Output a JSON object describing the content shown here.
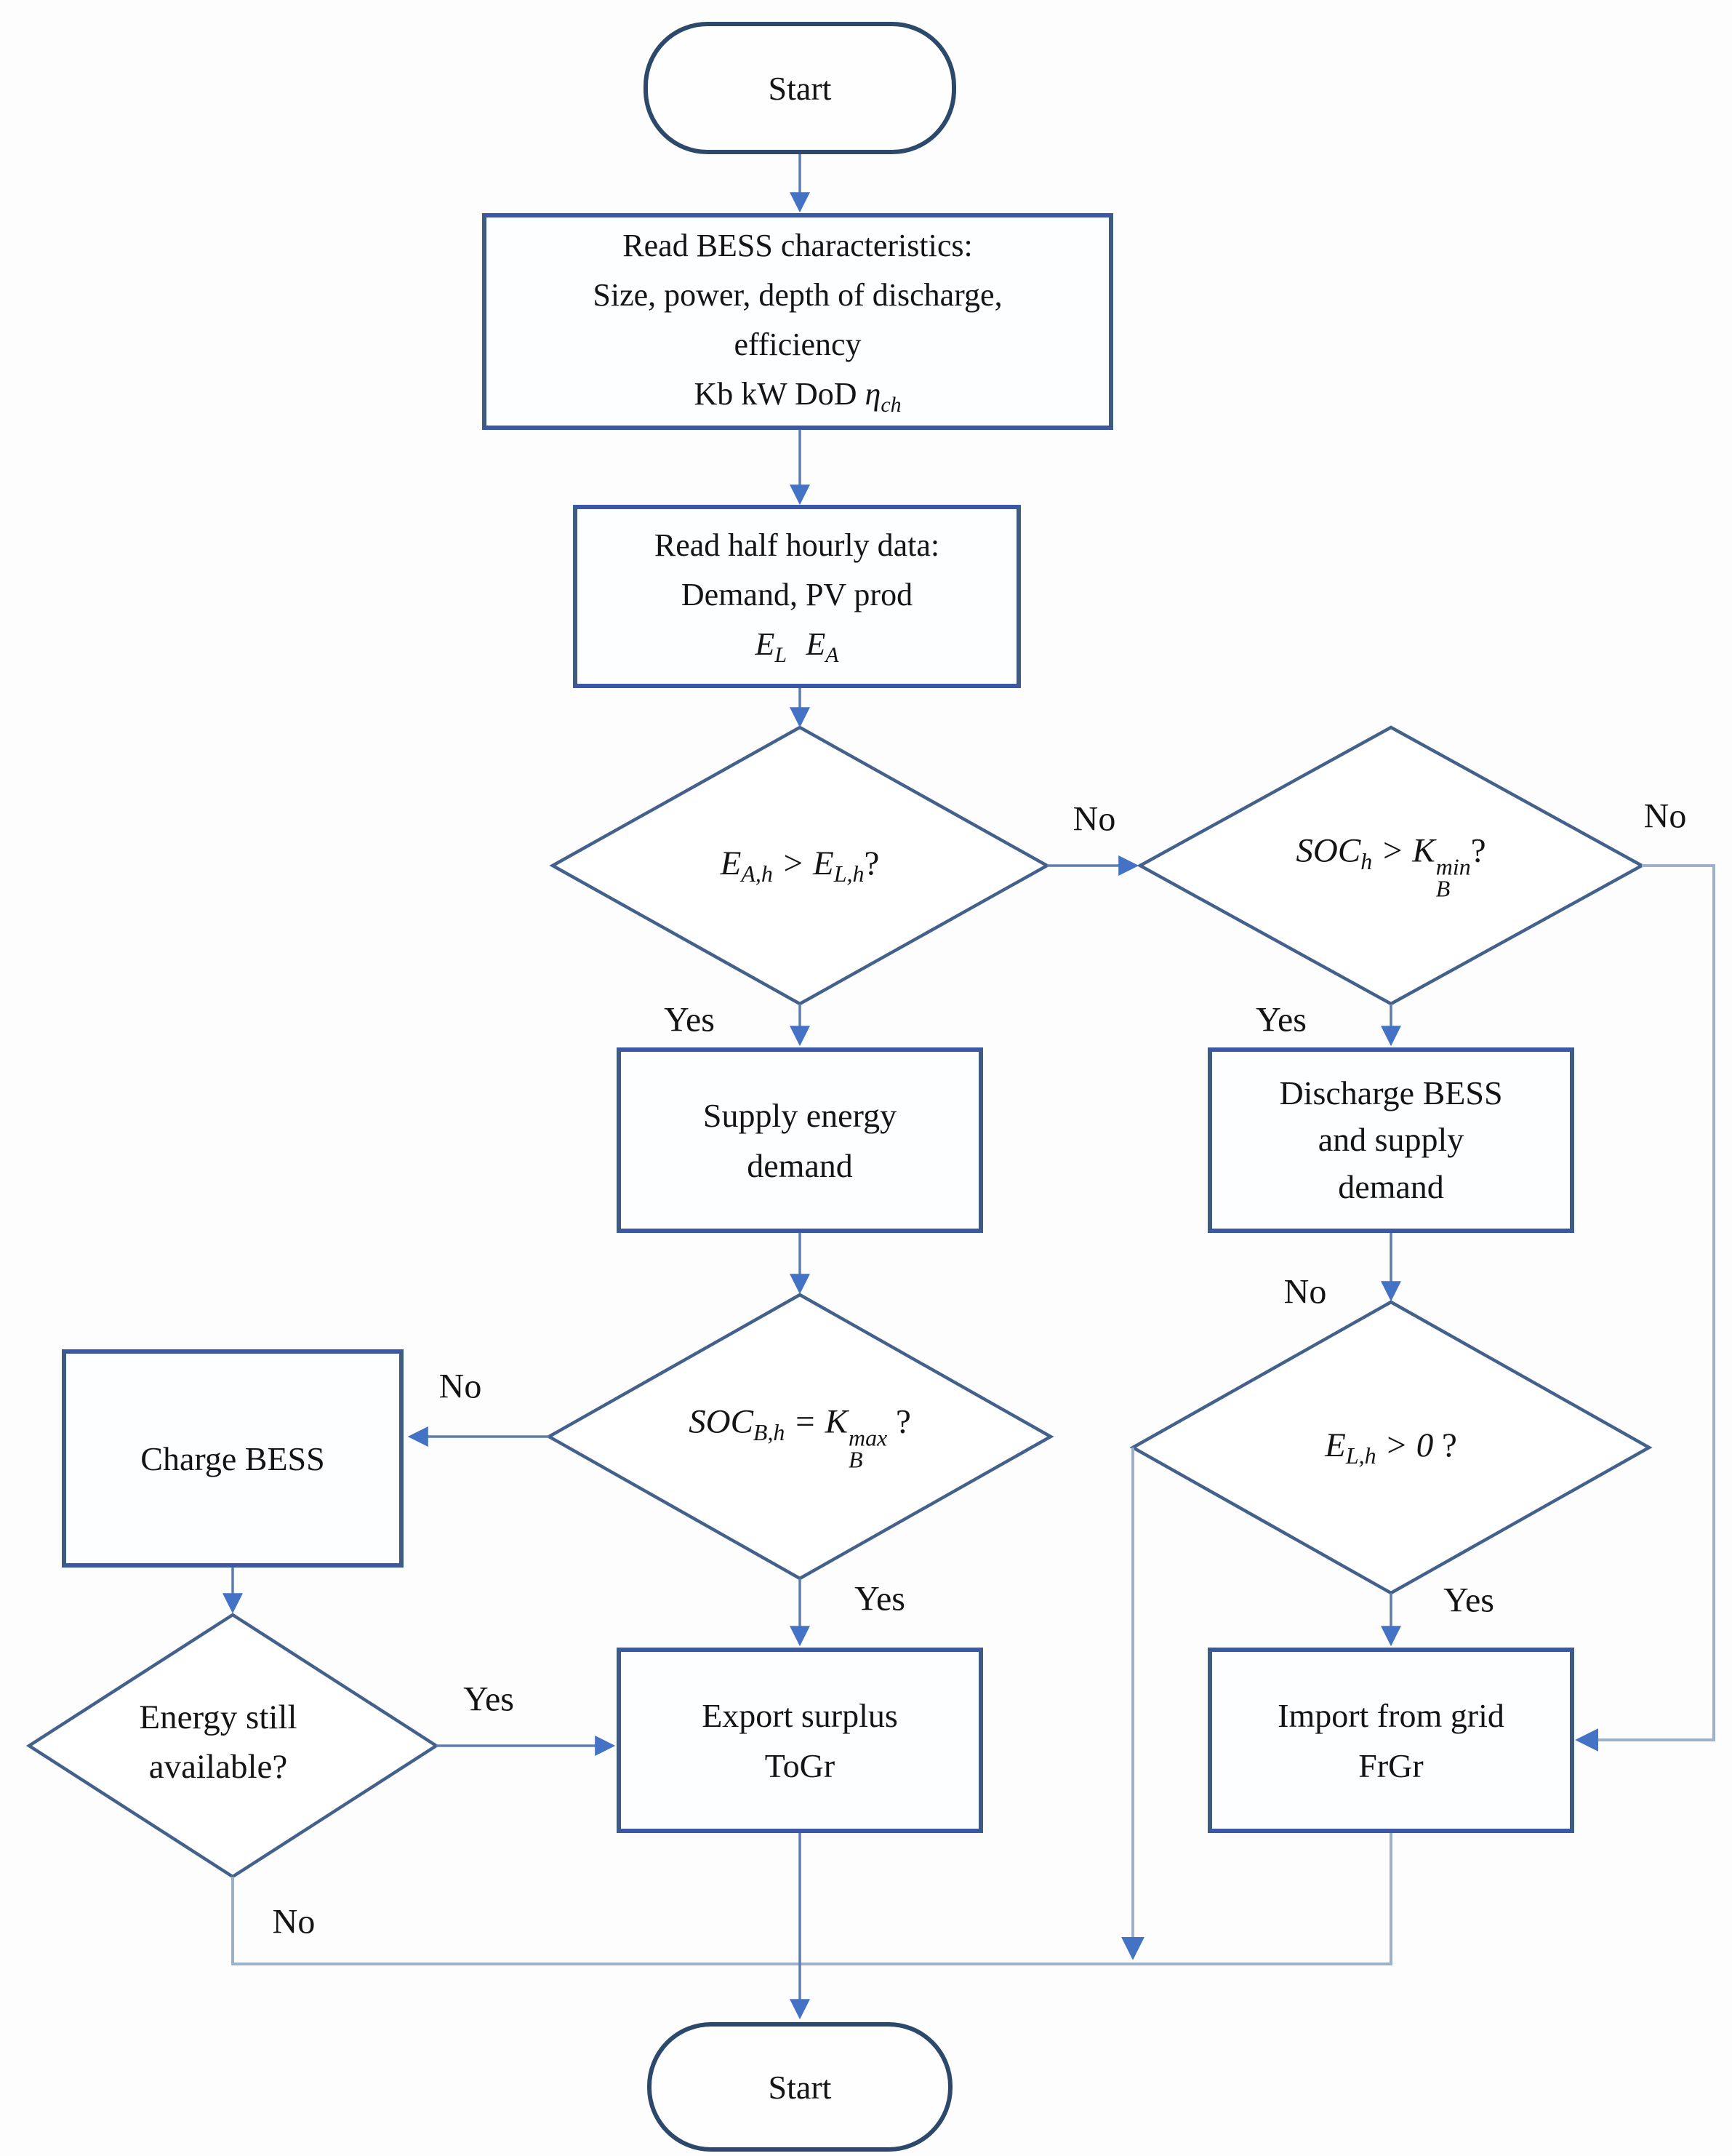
{
  "nodes": {
    "start_top": {
      "label": "Start"
    },
    "read_bess": {
      "line1": "Read BESS characteristics:",
      "line2": "Size, power, depth of discharge,",
      "line3": "efficiency",
      "line4_prefix": "Kb kW DoD ",
      "eta": "η",
      "eta_sub": "ch"
    },
    "read_data": {
      "line1": "Read half hourly data:",
      "line2": "Demand,  PV prod",
      "e1_base": "E",
      "e1_sub": "L",
      "e2_base": "E",
      "e2_sub": "A"
    },
    "d_pv_vs_load": {
      "lhs_base": "E",
      "lhs_sub": "A,h",
      "op": ">",
      "rhs_base": "E",
      "rhs_sub": "L,h",
      "suffix": "?"
    },
    "d_soc_min": {
      "lhs_base": "SOC",
      "lhs_sub": "h",
      "op": ">",
      "rhs_base": "K",
      "rhs_sup": "min",
      "rhs_sub": "B",
      "suffix": "?"
    },
    "supply": {
      "line1": "Supply energy",
      "line2": "demand"
    },
    "discharge": {
      "line1": "Discharge BESS",
      "line2": "and supply",
      "line3": "demand"
    },
    "d_soc_max": {
      "lhs_base": "SOC",
      "lhs_sub": "B,h",
      "op": "=",
      "rhs_base": "K",
      "rhs_sup": "max",
      "rhs_sub": "B",
      "suffix": " ?"
    },
    "charge": {
      "label": "Charge BESS"
    },
    "d_energy_avail": {
      "line1": "Energy still",
      "line2": "available?"
    },
    "export": {
      "line1": "Export surplus",
      "line2": "ToGr"
    },
    "d_load_pos": {
      "lhs_base": "E",
      "lhs_sub": "L,h",
      "op": ">",
      "rhs": "0",
      "suffix": " ?"
    },
    "import": {
      "line1": "Import from grid",
      "line2": "FrGr"
    },
    "start_bottom": {
      "label": "Start"
    }
  },
  "edge_labels": {
    "no_d1": "No",
    "yes_d1": "Yes",
    "no_d2": "No",
    "yes_d2": "Yes",
    "no_discharge": "No",
    "yes_d3": "Yes",
    "no_d15": "No",
    "yes_d15": "Yes",
    "yes_d4": "Yes",
    "no_d4": "No"
  },
  "colors": {
    "box_border": "#3e5c80",
    "box_border_accent": "#3a58a6",
    "diamond_border": "#44618c",
    "connector": "#5f7cab",
    "connector_light": "#9db1cb",
    "arrowhead": "#4472c4",
    "text": "#141414"
  }
}
